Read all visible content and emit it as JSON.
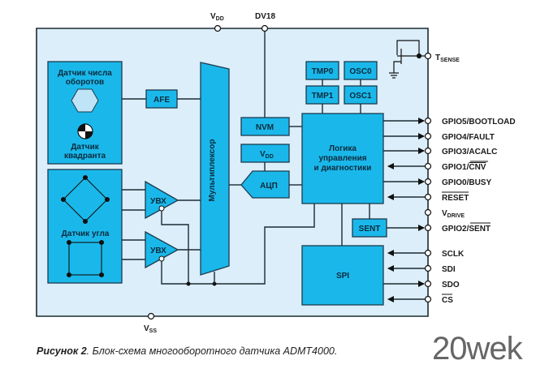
{
  "diagram": {
    "top_pins": {
      "vdd": "V",
      "vdd_sub": "DD",
      "dv18": "DV18"
    },
    "bottom_pins": {
      "vss": "V",
      "vss_sub": "SS"
    },
    "blocks": {
      "turn_sensor": {
        "line1": "Датчик числа",
        "line2": "оборотов"
      },
      "quadrant_sensor": {
        "line1": "Датчик",
        "line2": "квадранта"
      },
      "afe": "AFE",
      "angle_sensor": "Датчик угла",
      "uvx1": "УВХ",
      "uvx2": "УВХ",
      "mux": "Мультиплексор",
      "nvm": "NVM",
      "vdd_block": "V",
      "vdd_block_sub": "DD",
      "adc": "АЦП",
      "tmp0": "TMP0",
      "tmp1": "TMP1",
      "osc0": "OSC0",
      "osc1": "OSC1",
      "logic": {
        "line1": "Логика",
        "line2": "управления",
        "line3": "и диагностики"
      },
      "sent": "SENT",
      "spi": "SPI"
    },
    "right_pins": {
      "tsense": "T",
      "tsense_sub": "SENSE",
      "gpio5": "GPIO5/BOOTLOAD",
      "gpio4": "GPIO4/FAULT",
      "gpio3": "GPIO3/ACALC",
      "gpio1": "GPIO1/",
      "gpio1_bar": "CNV",
      "gpio0": "GPIO0/BUSY",
      "reset": "RESET",
      "vdrive": "V",
      "vdrive_sub": "DRIVE",
      "gpio2": "GPIO2/",
      "gpio2_bar": "SENT",
      "sclk": "SCLK",
      "sdi": "SDI",
      "sdo": "SDO",
      "cs": "CS"
    }
  },
  "caption": {
    "bold": "Рисунок 2",
    "text": ". Блок-схема многооборотного датчика ADMT4000."
  },
  "watermark": "20wek",
  "colors": {
    "chip_bg": "#dbeefa",
    "block": "#1ab8ea",
    "outline": "#1d3b4f"
  }
}
